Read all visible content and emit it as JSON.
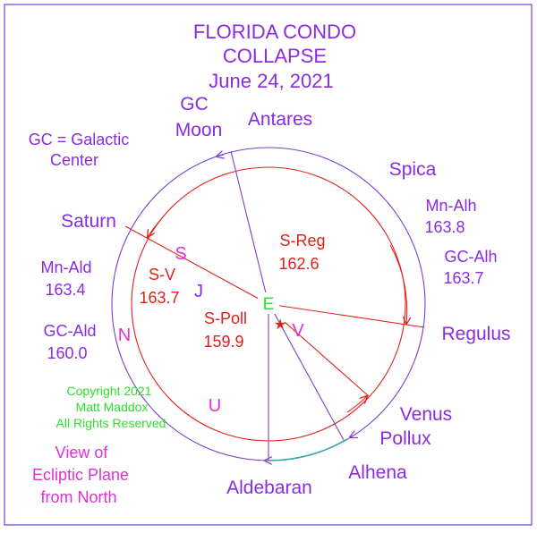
{
  "title": [
    "FLORIDA CONDO",
    "COLLAPSE",
    "June 24, 2021"
  ],
  "legend_gc": [
    "GC = Galactic",
    "Center"
  ],
  "view_note": [
    "View of",
    "Ecliptic Plane",
    "from North"
  ],
  "copyright": [
    "Copyright 2021",
    "Matt Maddox",
    "All Rights Reserved"
  ],
  "stars": {
    "gc_moon": [
      "GC",
      "Moon"
    ],
    "antares": "Antares",
    "spica": "Spica",
    "saturn": "Saturn",
    "regulus": "Regulus",
    "venus": "Venus",
    "pollux": "Pollux",
    "alhena": "Alhena",
    "aldebaran": "Aldebaran"
  },
  "angles": {
    "mn_alh": [
      "Mn-Alh",
      "163.8"
    ],
    "gc_alh": [
      "GC-Alh",
      "163.7"
    ],
    "mn_ald": [
      "Mn-Ald",
      "163.4"
    ],
    "gc_ald": [
      "GC-Ald",
      "160.0"
    ],
    "s_reg": [
      "S-Reg",
      "162.6"
    ],
    "s_v": [
      "S-V",
      "163.7"
    ],
    "s_poll": [
      "S-Poll",
      "159.9"
    ]
  },
  "planets": {
    "s": "S",
    "j": "J",
    "n": "N",
    "v": "V",
    "u": "U",
    "e": "E"
  },
  "colors": {
    "purple": "#8a2be2",
    "red": "#e0201b",
    "magenta": "#e12fd6",
    "green": "#2ee02e",
    "teal": "#3aa6a6",
    "line": "#7a3fd0"
  }
}
